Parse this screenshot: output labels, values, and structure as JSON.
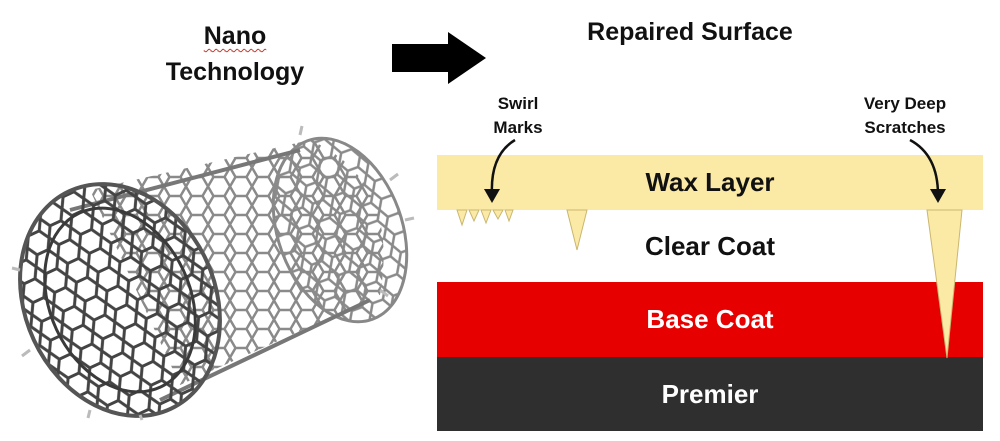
{
  "header": {
    "left_title_line1": "Nano",
    "left_title_line2": "Technology",
    "right_title": "Repaired Surface"
  },
  "annotations": {
    "swirl_line1": "Swirl",
    "swirl_line2": "Marks",
    "scratch_line1": "Very Deep",
    "scratch_line2": "Scratches"
  },
  "layers": {
    "wax": "Wax Layer",
    "clear": "Clear Coat",
    "base": "Base Coat",
    "premier": "Premier"
  },
  "colors": {
    "wax": "#fbe9a6",
    "clear": "#ffffff",
    "base": "#e60000",
    "premier": "#2f2f2f",
    "arrow": "#000000"
  },
  "icons": {
    "arrow": "right-arrow-icon",
    "nanotube": "carbon-nanotube-illustration"
  }
}
